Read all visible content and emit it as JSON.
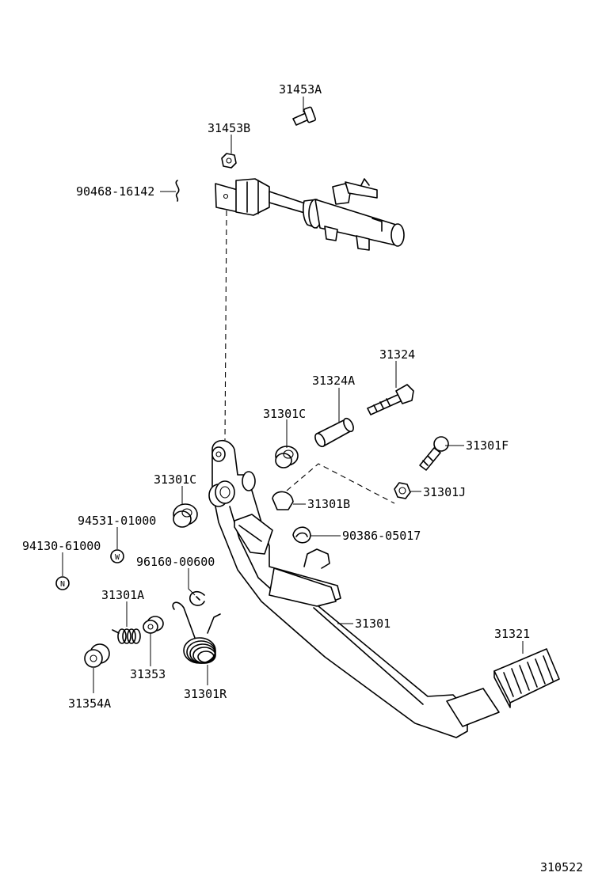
{
  "diagram_code": "310522",
  "parts": {
    "p_31453A": "31453A",
    "p_31453B": "31453B",
    "p_90468_16142": "90468-16142",
    "p_31324": "31324",
    "p_31324A": "31324A",
    "p_31301C_upper": "31301C",
    "p_31301F": "31301F",
    "p_31301C_lower": "31301C",
    "p_31301J": "31301J",
    "p_31301B": "31301B",
    "p_94531_01000": "94531-01000",
    "p_90386_05017": "90386-05017",
    "p_94130_61000": "94130-61000",
    "p_96160_00600": "96160-00600",
    "p_31301A": "31301A",
    "p_31301": "31301",
    "p_31321": "31321",
    "p_31353": "31353",
    "p_31354A": "31354A",
    "p_31301R": "31301R"
  },
  "symbols": {
    "washer_w": "W",
    "nut_n": "N"
  }
}
